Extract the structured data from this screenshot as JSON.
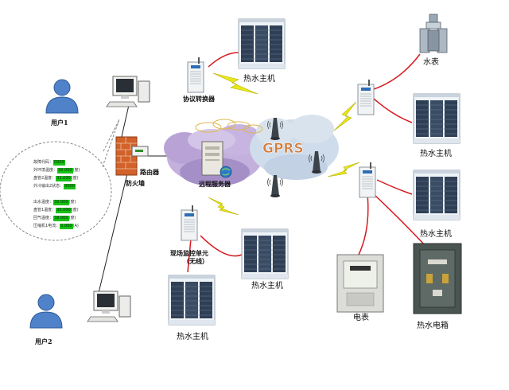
{
  "colors": {
    "link_red": "#d6191f",
    "link_black": "#222222",
    "wireless": "#e8e81a",
    "cloud_purple": "#b9a2d6",
    "cloud_blue": "#cfdceb",
    "firewall": "#d2612a",
    "status_green": "#16c216",
    "gprs_text": "#d27c39"
  },
  "labels": {
    "protocol_converter": "协议转换器",
    "heater_top": "热水主机",
    "water_meter": "水表",
    "heater_right_1": "热水主机",
    "heater_right_2": "热水主机",
    "gprs": "GPRS",
    "router": "路由器",
    "firewall": "防火墙",
    "server": "远程服务器",
    "user1": "用户1",
    "user2": "用户2",
    "field_unit_line1": "现场监控单元",
    "field_unit_line2": "（无线）",
    "heater_mid": "热水主机",
    "heater_bottom": "热水主机",
    "electric_meter": "电表",
    "electric_box": "热水电箱"
  },
  "status_panel": [
    {
      "label": "故障代码：",
      "value": "0000",
      "unit": ""
    },
    {
      "label": "外环境温度：",
      "value": "30.000",
      "unit": "(度)"
    },
    {
      "label": "盘管2温度：",
      "value": "31.000",
      "unit": "(度)"
    },
    {
      "label": "外冷输出2状态：",
      "value": "0000",
      "unit": ""
    },
    {
      "label": "出水温度：",
      "value": "30.000",
      "unit": "(度)"
    },
    {
      "label": "盘管1温度：",
      "value": "30.000",
      "unit": "(度)"
    },
    {
      "label": "回气温度：",
      "value": "38.000",
      "unit": "(度)"
    },
    {
      "label": "压缩机1电流：",
      "value": "0.000",
      "unit": "(A)"
    }
  ]
}
